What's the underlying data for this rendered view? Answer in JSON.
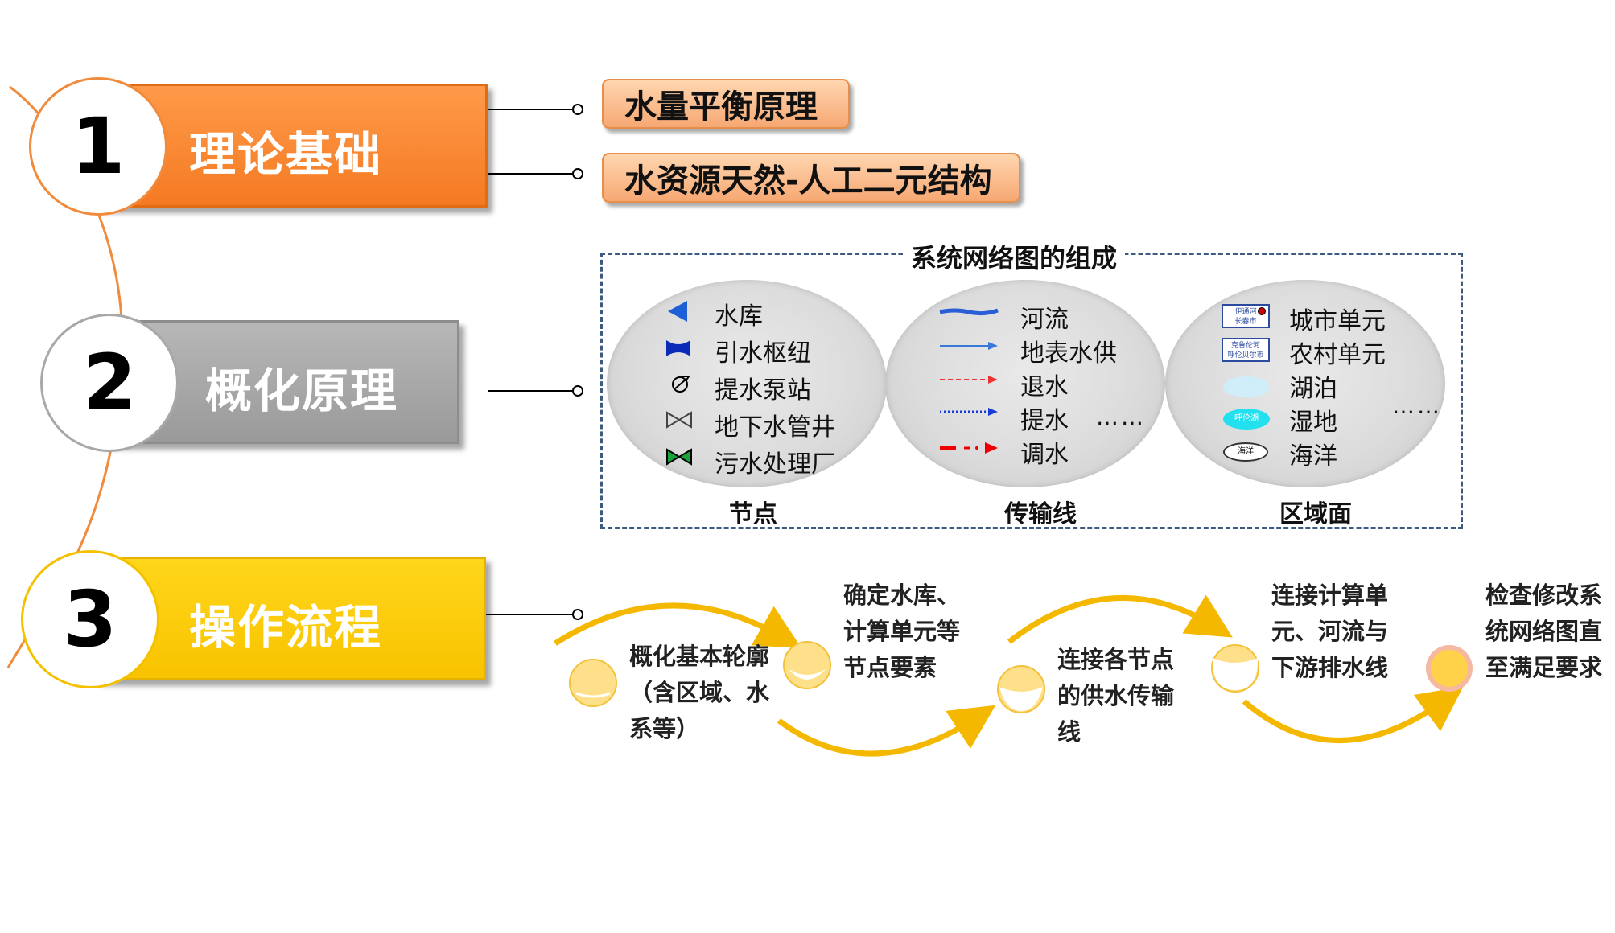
{
  "sections": [
    {
      "number": "1",
      "title": "理论基础"
    },
    {
      "number": "2",
      "title": "概化原理"
    },
    {
      "number": "3",
      "title": "操作流程"
    }
  ],
  "theory": {
    "items": [
      "水量平衡原理",
      "水资源天然-人工二元结构"
    ]
  },
  "network": {
    "title": "系统网络图的组成",
    "groups": [
      {
        "caption": "节点",
        "items": [
          "水库",
          "引水枢纽",
          "提水泵站",
          "地下水管井",
          "污水处理厂"
        ]
      },
      {
        "caption": "传输线",
        "items": [
          "河流",
          "地表水供",
          "退水",
          "提水",
          "调水"
        ],
        "more": "……"
      },
      {
        "caption": "区域面",
        "items": [
          "城市单元",
          "农村单元",
          "湖泊",
          "湿地",
          "海洋"
        ],
        "more": "……"
      }
    ],
    "icon_labels": {
      "city": [
        "伊通河",
        "长春市"
      ],
      "rural": [
        "克鲁伦河",
        "呼伦贝尔市"
      ],
      "wetland": "呼伦湖",
      "ocean": "海洋"
    },
    "icons": {
      "nodes": [
        "reservoir-icon",
        "diversion-hub-icon",
        "pump-station-icon",
        "groundwater-well-icon",
        "sewage-plant-icon"
      ],
      "lines": [
        "river-line-icon",
        "surface-supply-arrow-icon",
        "return-flow-arrow-icon",
        "lift-arrow-icon",
        "transfer-arrow-icon"
      ],
      "areas": [
        "city-unit-icon",
        "rural-unit-icon",
        "lake-icon",
        "wetland-icon",
        "ocean-icon"
      ]
    }
  },
  "process": {
    "steps": [
      "概化基本轮廓（含区域、水系等）",
      "确定水库、计算单元等节点要素",
      "连接各节点的供水传输线",
      "连接计算单元、河流与下游排水线",
      "检查修改系统网络图直至满足要求"
    ]
  },
  "colors": {
    "orange": "#f47a22",
    "gray": "#9a9a9a",
    "yellow": "#f8c300",
    "dash": "#3d5a80",
    "arrow": "#f5b800"
  }
}
